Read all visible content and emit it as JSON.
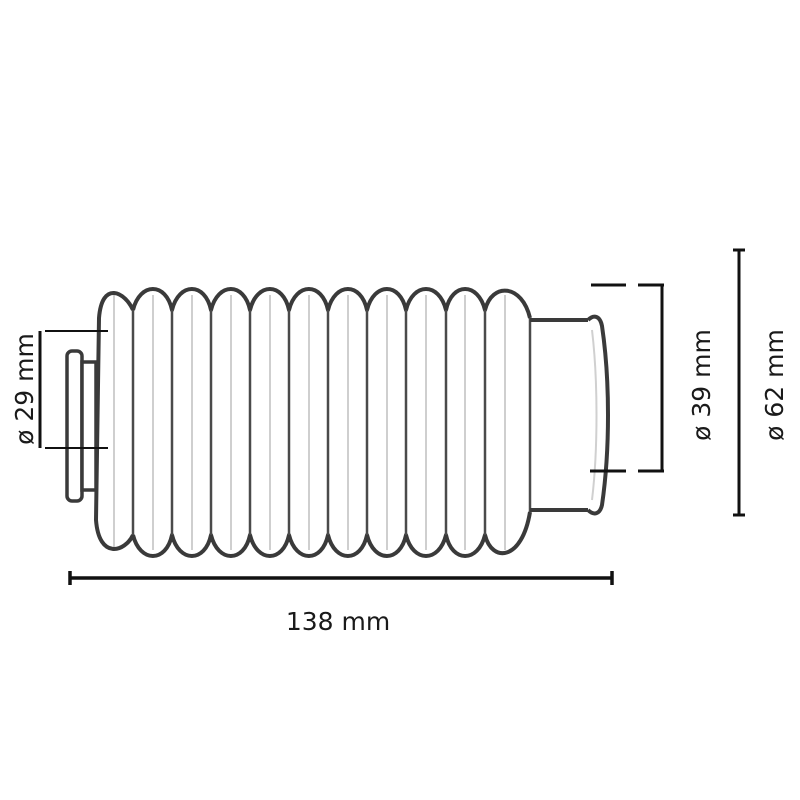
{
  "diagram": {
    "subject": "bellows boot",
    "convolutions": 11,
    "dimensions": {
      "length": "138 mm",
      "small_diameter": "ø 29 mm",
      "neck_diameter": "ø 39 mm",
      "outer_diameter": "ø 62 mm"
    },
    "colors": {
      "outline": "#3a3a3a",
      "inner_line": "#cfcfcf",
      "dimension_line": "#111111",
      "text": "#1a1a1a",
      "background": "#ffffff"
    }
  }
}
